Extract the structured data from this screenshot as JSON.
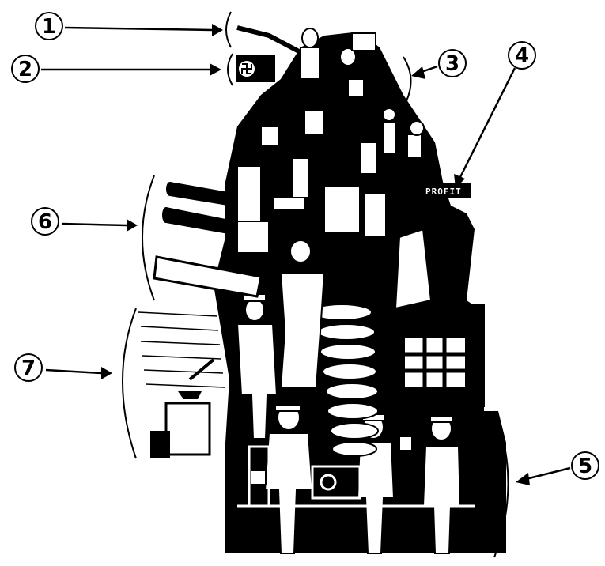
{
  "callouts": [
    {
      "number": "1"
    },
    {
      "number": "2"
    },
    {
      "number": "3"
    },
    {
      "number": "4"
    },
    {
      "number": "5"
    },
    {
      "number": "6"
    },
    {
      "number": "7"
    }
  ],
  "labels": {
    "profit_sign": "PROFIT"
  },
  "colors": {
    "ink": "#000000",
    "paper": "#ffffff"
  }
}
